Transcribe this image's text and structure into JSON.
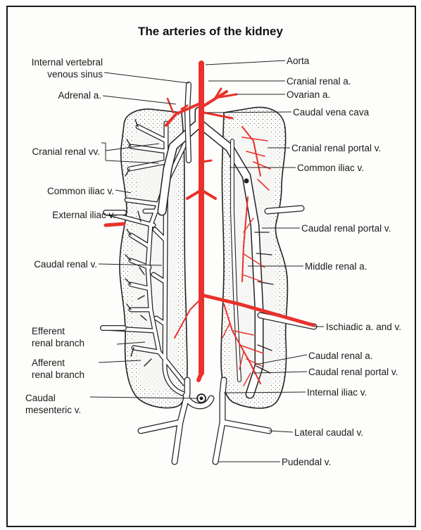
{
  "title": "The arteries of the kidney",
  "colors": {
    "artery": "#e8322b",
    "vein_outline": "#2a2a2a",
    "kidney_fill": "#f2f2f0",
    "stipple": "#555555"
  },
  "labels_left": {
    "internal_vertebral_l1": "Internal vertebral",
    "internal_vertebral_l2": "venous sinus",
    "adrenal": "Adrenal a.",
    "cranial_renal_vv": "Cranial renal vv.",
    "common_iliac_left": "Common iliac v.",
    "external_iliac": "External iliac v.",
    "caudal_renal_v": "Caudal renal v.",
    "efferent_l1": "Efferent",
    "efferent_l2": "renal branch",
    "afferent_l1": "Afferent",
    "afferent_l2": "renal branch",
    "caudal_mesenteric_l1": "Caudal",
    "caudal_mesenteric_l2": "mesenteric v."
  },
  "labels_right": {
    "aorta": "Aorta",
    "cranial_renal_a": "Cranial renal a.",
    "ovarian_a": "Ovarian a.",
    "caudal_vena_cava": "Caudal vena cava",
    "cranial_renal_portal": "Cranial renal portal v.",
    "common_iliac_right": "Common iliac v.",
    "caudal_renal_portal_top": "Caudal renal portal v.",
    "middle_renal_a": "Middle renal a.",
    "ischiadic": "Ischiadic a. and v.",
    "caudal_renal_a": "Caudal renal a.",
    "caudal_renal_portal_bottom": "Caudal renal portal v.",
    "internal_iliac": "Internal iliac v.",
    "lateral_caudal": "Lateral caudal v.",
    "pudendal": "Pudendal v."
  }
}
